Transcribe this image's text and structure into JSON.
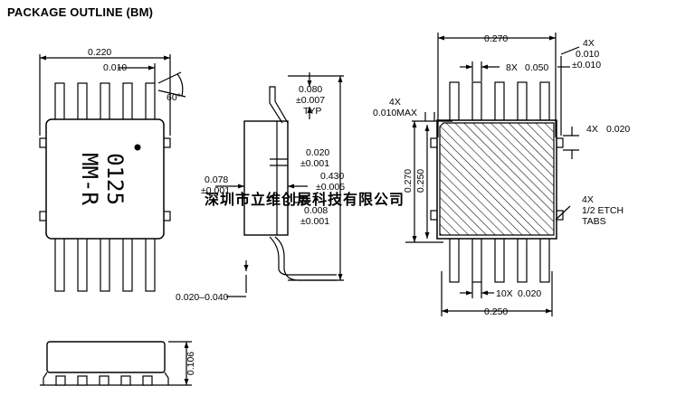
{
  "title": "PACKAGE OUTLINE (BM)",
  "top_view": {
    "dim_body_width": "0.220",
    "dim_lead_pitch": "0.010",
    "dim_angle": "60°",
    "marking_line1": "0125",
    "marking_line2": "MM-R"
  },
  "side_view": {
    "dim_standoff": "0.080",
    "dim_standoff_tol": "±0.007",
    "dim_typ": "TYP",
    "dim_lead_thk": "0.020",
    "dim_lead_thk_tol": "±0.001",
    "dim_overall": "0.430",
    "dim_overall_tol": "±0.005",
    "dim_body_depth": "0.078",
    "dim_body_depth_tol": "±0.001",
    "dim_foot": "0.008",
    "dim_foot_tol": "±0.001",
    "dim_lead_range": "0.020–0.040"
  },
  "bottom_view": {
    "dim_width_top": "0.270",
    "dim_4x_top": "4X",
    "dim_tab_top": "0.010",
    "dim_tab_top_tol": "±0.010",
    "dim_8x": "8X",
    "dim_8x_val": "0.050",
    "dim_4x_max": "4X",
    "dim_max": "0.010MAX",
    "dim_4x_right": "4X",
    "dim_right_val": "0.020",
    "dim_height_outer": "0.270",
    "dim_height_inner": "0.250",
    "dim_4x_etch": "4X",
    "dim_etch_l1": "1/2 ETCH",
    "dim_etch_l2": "TABS",
    "dim_10x": "10X",
    "dim_10x_val": "0.020",
    "dim_width_bottom": "0.250"
  },
  "end_view": {
    "dim_height": "0.106"
  },
  "watermark": "深圳市立维创展科技有限公司"
}
